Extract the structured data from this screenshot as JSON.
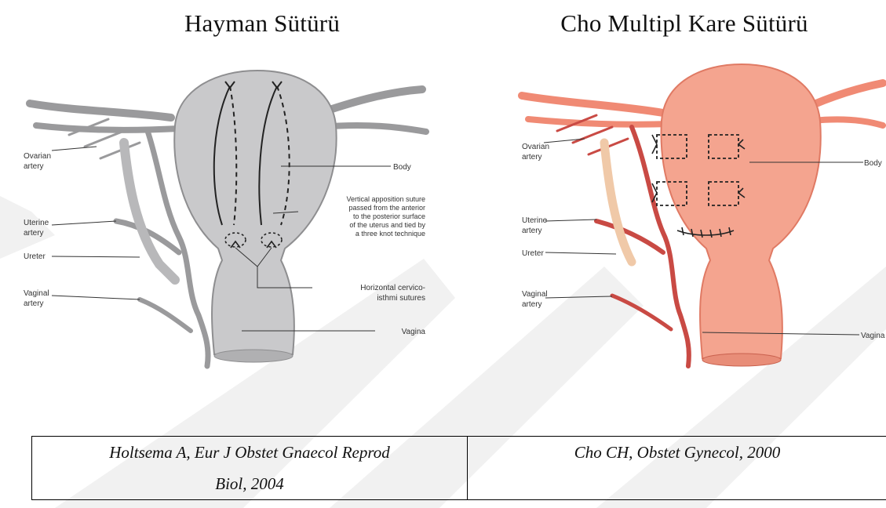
{
  "titles": {
    "left": "Hayman Sütürü",
    "right": "Cho Multipl Kare Sütürü"
  },
  "left_figure": {
    "labels": {
      "ovarian": [
        "Ovarian",
        "artery"
      ],
      "uterine": [
        "Uterine",
        "artery"
      ],
      "ureter": "Ureter",
      "vaginal": [
        "Vaginal",
        "artery"
      ],
      "body": "Body",
      "vertical": [
        "Vertical apposition suture",
        "passed from the anterior",
        "to the posterior surface",
        "of the uterus and tied by",
        "a three knot technique"
      ],
      "horizontal": [
        "Horizontal cervico-",
        "isthmi sutures"
      ],
      "vagina": "Vagina"
    },
    "colors": {
      "fill": "#c9c9cb",
      "stroke": "#8e8e90",
      "vessel": "#9a9a9c"
    }
  },
  "right_figure": {
    "labels": {
      "ovarian": [
        "Ovarian",
        "artery"
      ],
      "uterine": [
        "Uterine",
        "artery"
      ],
      "ureter": "Ureter",
      "vaginal": [
        "Vaginal",
        "artery"
      ],
      "body": "Body",
      "vagina": "Vagina"
    },
    "colors": {
      "fill": "#f4a48f",
      "stroke": "#e07a64",
      "vessel": "#c94a44",
      "ureter": "#f0c9a8"
    }
  },
  "references": {
    "left_line1": "Holtsema A, Eur J Obstet Gnaecol Reprod",
    "left_line2": "Biol, 2004",
    "right": "Cho CH, Obstet Gynecol, 2000"
  }
}
